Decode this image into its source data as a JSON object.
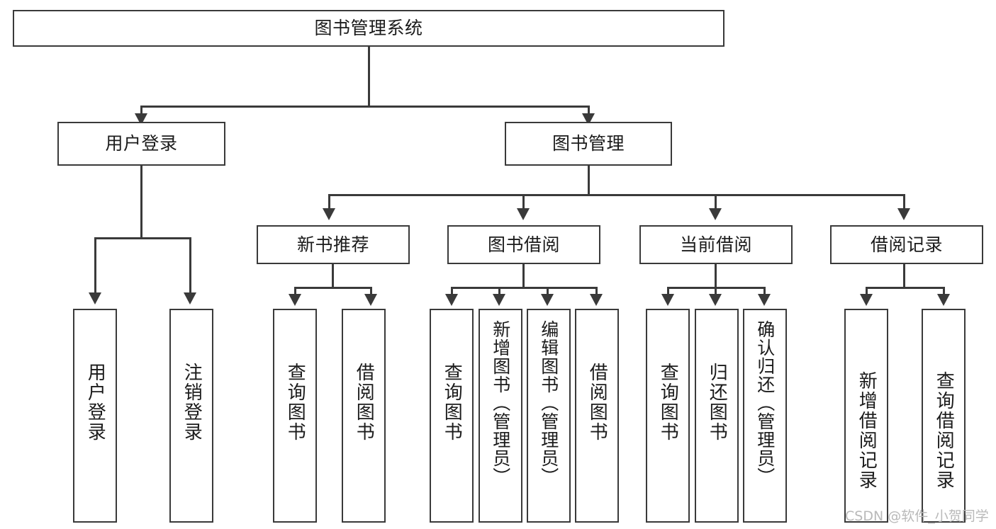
{
  "diagram": {
    "title": "图书管理系统",
    "type": "hierarchy-tree",
    "root": {
      "label": "图书管理系统"
    },
    "level2": [
      {
        "label": "用户登录"
      },
      {
        "label": "图书管理"
      }
    ],
    "level3": [
      {
        "label": "新书推荐"
      },
      {
        "label": "图书借阅"
      },
      {
        "label": "当前借阅"
      },
      {
        "label": "借阅记录"
      }
    ],
    "leaves": {
      "user_login": [
        {
          "label": "用户登录"
        },
        {
          "label": "注销登录"
        }
      ],
      "new_book_recommend": [
        {
          "label": "查询图书"
        },
        {
          "label": "借阅图书"
        }
      ],
      "book_borrow": [
        {
          "label": "查询图书"
        },
        {
          "label": "新增图书（管理员）"
        },
        {
          "label": "编辑图书（管理员）"
        },
        {
          "label": "借阅图书"
        }
      ],
      "current_borrow": [
        {
          "label": "查询图书"
        },
        {
          "label": "归还图书"
        },
        {
          "label": "确认归还（管理员）"
        }
      ],
      "borrow_record": [
        {
          "label": "新增借阅记录"
        },
        {
          "label": "查询借阅记录"
        }
      ]
    }
  },
  "watermark": {
    "text": "CSDN @软件_小贺同学"
  },
  "colors": {
    "stroke": "#3a3a3a",
    "background": "#ffffff",
    "text": "#1b1b1b",
    "watermark": "#b9b9b9"
  }
}
